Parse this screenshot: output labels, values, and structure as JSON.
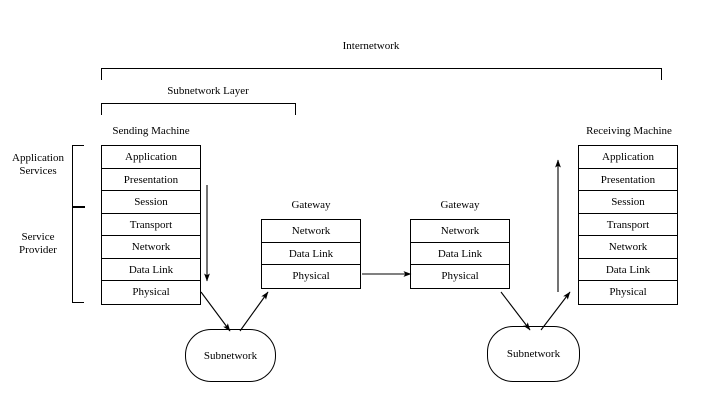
{
  "diagram": {
    "title": "Internetwork",
    "top_brackets": [
      {
        "label": "Internetwork"
      },
      {
        "label": "Subnetwork Layer"
      }
    ],
    "side_brackets": [
      {
        "label_line1": "Application",
        "label_line2": "Services"
      },
      {
        "label_line1": "Service",
        "label_line2": "Provider"
      }
    ],
    "sending_machine": {
      "title": "Sending Machine",
      "layers": [
        "Application",
        "Presentation",
        "Session",
        "Transport",
        "Network",
        "Data Link",
        "Physical"
      ]
    },
    "receiving_machine": {
      "title": "Receiving Machine",
      "layers": [
        "Application",
        "Presentation",
        "Session",
        "Transport",
        "Network",
        "Data Link",
        "Physical"
      ]
    },
    "gateway_left": {
      "title": "Gateway",
      "layers": [
        "Network",
        "Data Link",
        "Physical"
      ]
    },
    "gateway_right": {
      "title": "Gateway",
      "layers": [
        "Network",
        "Data Link",
        "Physical"
      ]
    },
    "subnetwork_left": {
      "label": "Subnetwork"
    },
    "subnetwork_right": {
      "label": "Subnetwork"
    },
    "colors": {
      "line": "#000000",
      "background": "#ffffff",
      "text": "#000000"
    }
  }
}
